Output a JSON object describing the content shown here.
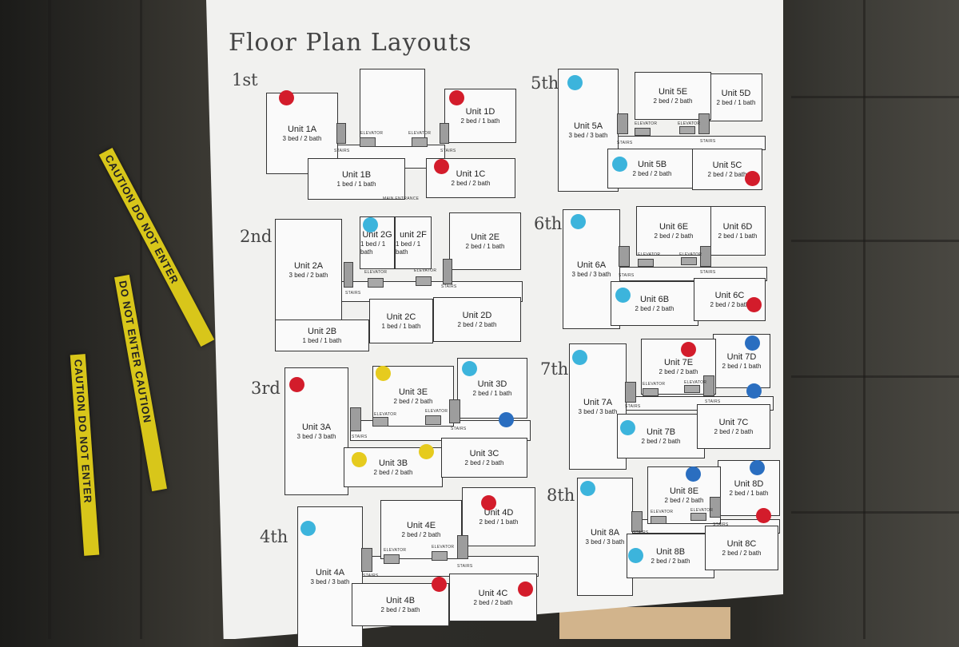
{
  "title": "Floor Plan Layouts",
  "labels": {
    "stairs": "STAIRS",
    "elevator": "ELEVATOR",
    "main_entrance": "MAIN ENTRANCE"
  },
  "tape_text": {
    "a": "CAUTION DO NOT ENTER",
    "b": "DO NOT ENTER CAUTION"
  },
  "dot_colors": {
    "red": "#d31c2b",
    "cyan": "#3cb4dc",
    "blue": "#2a6ec0",
    "yellow": "#e6cb1e"
  },
  "floors": [
    {
      "label": "1st",
      "units": [
        {
          "name": "Unit 1A",
          "size": "3 bed / 2 bath",
          "dot": "red"
        },
        {
          "name": "Unit 1B",
          "size": "1 bed / 1 bath",
          "dot": ""
        },
        {
          "name": "Unit 1C",
          "size": "2 bed / 2 bath",
          "dot": "red"
        },
        {
          "name": "Unit 1D",
          "size": "2 bed / 1 bath",
          "dot": "red"
        }
      ]
    },
    {
      "label": "2nd",
      "units": [
        {
          "name": "Unit 2A",
          "size": "3 bed / 2 bath",
          "dot": ""
        },
        {
          "name": "Unit 2B",
          "size": "1 bed / 1 bath",
          "dot": ""
        },
        {
          "name": "Unit 2C",
          "size": "1 bed / 1 bath",
          "dot": ""
        },
        {
          "name": "Unit 2D",
          "size": "2 bed / 2 bath",
          "dot": ""
        },
        {
          "name": "Unit 2E",
          "size": "2 bed / 1 bath",
          "dot": ""
        },
        {
          "name": "unit 2F",
          "size": "1 bed / 1 bath",
          "dot": ""
        },
        {
          "name": "Unit 2G",
          "size": "1 bed / 1 bath",
          "dot": "cyan"
        }
      ]
    },
    {
      "label": "3rd",
      "units": [
        {
          "name": "Unit 3A",
          "size": "3 bed / 3 bath",
          "dot": "red"
        },
        {
          "name": "Unit 3B",
          "size": "2 bed / 2 bath",
          "dot": "yellow"
        },
        {
          "name": "Unit 3C",
          "size": "2 bed / 2 bath",
          "dot": "blue"
        },
        {
          "name": "Unit 3D",
          "size": "2 bed / 1 bath",
          "dot": "cyan"
        },
        {
          "name": "Unit 3E",
          "size": "2 bed / 2 bath",
          "dot": "yellow"
        }
      ]
    },
    {
      "label": "4th",
      "units": [
        {
          "name": "Unit 4A",
          "size": "3 bed / 3 bath",
          "dot": "cyan"
        },
        {
          "name": "Unit 4B",
          "size": "2 bed / 2 bath",
          "dot": "red"
        },
        {
          "name": "Unit 4C",
          "size": "2 bed / 2 bath",
          "dot": "red"
        },
        {
          "name": "Unit 4D",
          "size": "2 bed / 1 bath",
          "dot": "red"
        },
        {
          "name": "Unit 4E",
          "size": "2 bed / 2 bath",
          "dot": ""
        }
      ]
    },
    {
      "label": "5th",
      "units": [
        {
          "name": "Unit 5A",
          "size": "3 bed / 3 bath",
          "dot": "cyan"
        },
        {
          "name": "Unit 5B",
          "size": "2 bed / 2 bath",
          "dot": "cyan"
        },
        {
          "name": "Unit 5C",
          "size": "2 bed / 2 bath",
          "dot": "red"
        },
        {
          "name": "Unit 5D",
          "size": "2 bed / 1 bath",
          "dot": ""
        },
        {
          "name": "Unit 5E",
          "size": "2 bed / 2 bath",
          "dot": ""
        }
      ]
    },
    {
      "label": "6th",
      "units": [
        {
          "name": "Unit 6A",
          "size": "3 bed / 3 bath",
          "dot": "cyan"
        },
        {
          "name": "Unit 6B",
          "size": "2 bed / 2 bath",
          "dot": "cyan"
        },
        {
          "name": "Unit 6C",
          "size": "2 bed / 2 bath",
          "dot": "red"
        },
        {
          "name": "Unit 6D",
          "size": "2 bed / 1 bath",
          "dot": ""
        },
        {
          "name": "Unit 6E",
          "size": "2 bed / 2 bath",
          "dot": ""
        }
      ]
    },
    {
      "label": "7th",
      "units": [
        {
          "name": "Unit 7A",
          "size": "3 bed / 3 bath",
          "dot": "cyan"
        },
        {
          "name": "Unit 7B",
          "size": "2 bed / 2 bath",
          "dot": "cyan"
        },
        {
          "name": "Unit 7C",
          "size": "2 bed / 2 bath",
          "dot": "blue"
        },
        {
          "name": "Unit 7D",
          "size": "2 bed / 1 bath",
          "dot": "blue"
        },
        {
          "name": "Unit 7E",
          "size": "2 bed / 2 bath",
          "dot": "red"
        }
      ]
    },
    {
      "label": "8th",
      "units": [
        {
          "name": "Unit 8A",
          "size": "3 bed / 3 bath",
          "dot": "cyan"
        },
        {
          "name": "Unit 8B",
          "size": "2 bed / 2 bath",
          "dot": "cyan"
        },
        {
          "name": "Unit 8C",
          "size": "2 bed / 2 bath",
          "dot": "red"
        },
        {
          "name": "Unit 8D",
          "size": "2 bed / 1 bath",
          "dot": "blue"
        },
        {
          "name": "Unit 8E",
          "size": "2 bed / 2 bath",
          "dot": "blue"
        }
      ]
    }
  ]
}
